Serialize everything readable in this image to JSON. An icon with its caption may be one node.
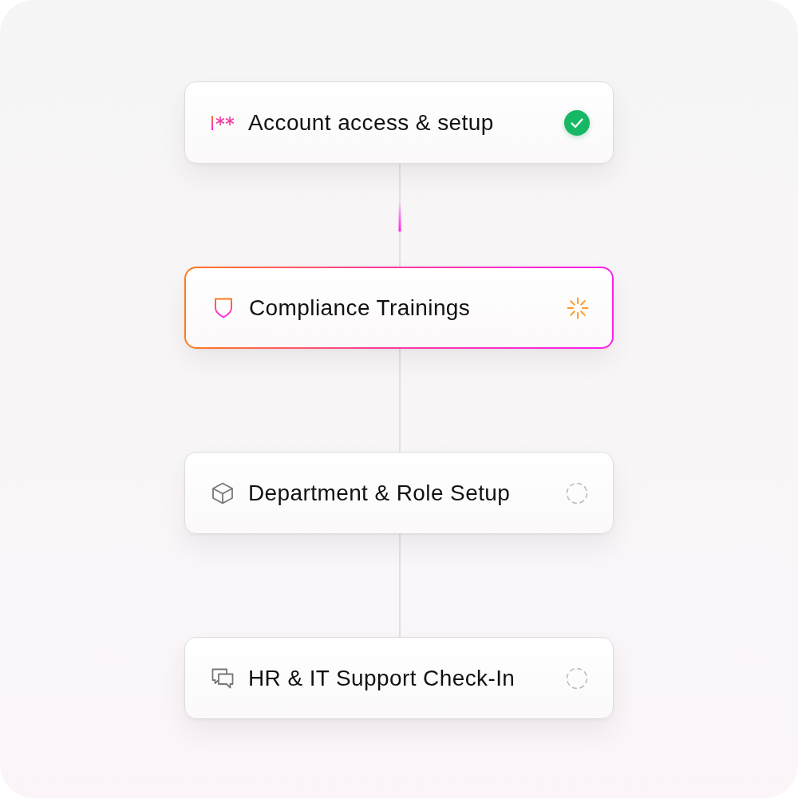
{
  "diagram": {
    "nodes": [
      {
        "text": [
          "Account access & setup"
        ]
      },
      {
        "text": [
          "Compliance Trainings"
        ]
      },
      {
        "text": [
          "Department & Role Setup"
        ]
      },
      {
        "text": [
          "HR & IT Support Check-In"
        ]
      }
    ],
    "edges": [
      {
        "from": 0,
        "to": 1,
        "arrow": "none"
      },
      {
        "from": 1,
        "to": 2,
        "arrow": "none"
      },
      {
        "from": 2,
        "to": 3,
        "arrow": "none"
      }
    ]
  }
}
